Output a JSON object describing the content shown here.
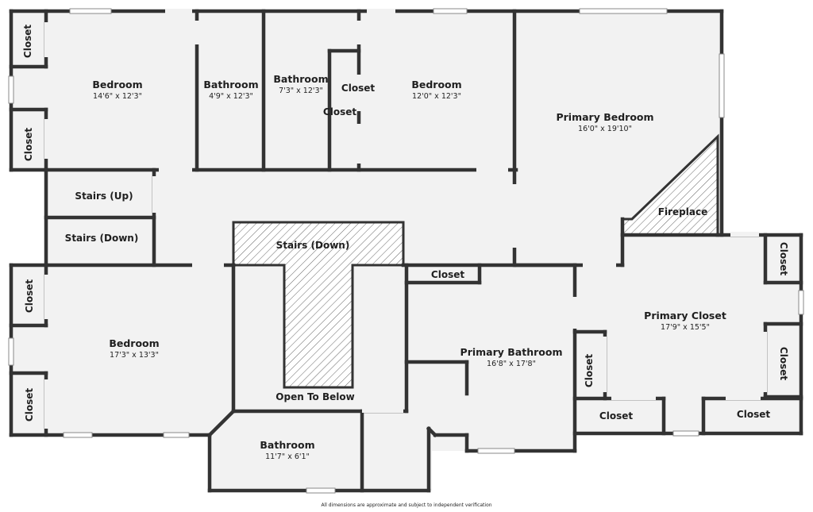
{
  "rooms": {
    "bedroom_1": {
      "name": "Bedroom",
      "dims": "14'6\" x 12'3\""
    },
    "bathroom_1": {
      "name": "Bathroom",
      "dims": "4'9\" x 12'3\""
    },
    "bathroom_2": {
      "name": "Bathroom",
      "dims": "7'3\" x 12'3\""
    },
    "bedroom_2": {
      "name": "Bedroom",
      "dims": "12'0\" x 12'3\""
    },
    "primary_bedroom": {
      "name": "Primary Bedroom",
      "dims": "16'0\" x 19'10\""
    },
    "bedroom_3": {
      "name": "Bedroom",
      "dims": "17'3\" x 13'3\""
    },
    "primary_bathroom": {
      "name": "Primary Bathroom",
      "dims": "16'8\" x 17'8\""
    },
    "primary_closet": {
      "name": "Primary Closet",
      "dims": "17'9\" x 15'5\""
    },
    "bathroom_3": {
      "name": "Bathroom",
      "dims": "11'7\" x 6'1\""
    }
  },
  "labels": {
    "closet": "Closet",
    "stairs_up": "Stairs (Up)",
    "stairs_down": "Stairs (Down)",
    "open_to_below": "Open To Below",
    "fireplace": "Fireplace"
  },
  "footer": "All dimensions are approximate and subject to independent verification",
  "colors": {
    "wall": "#333333",
    "floor": "#f2f2f2",
    "hatch": "#555555"
  }
}
